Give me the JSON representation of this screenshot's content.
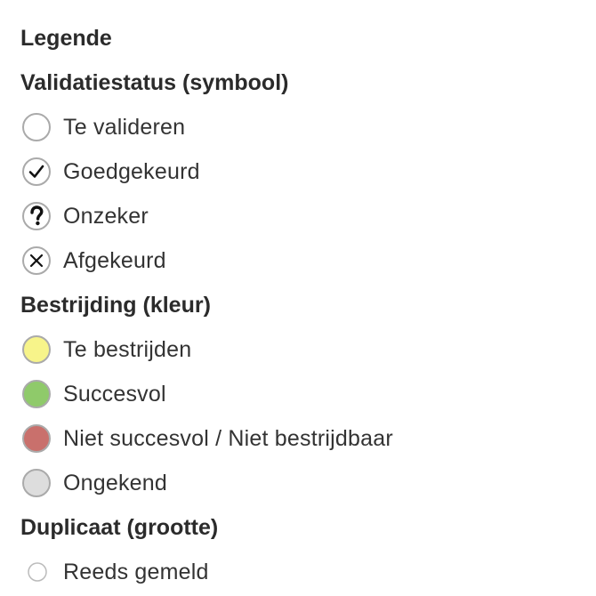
{
  "legend": {
    "title": "Legende",
    "sections": {
      "validation": {
        "heading": "Validatiestatus (symbool)",
        "items": [
          {
            "label": "Te valideren",
            "icon": "empty-circle-icon"
          },
          {
            "label": "Goedgekeurd",
            "icon": "check-circle-icon"
          },
          {
            "label": "Onzeker",
            "icon": "question-circle-icon"
          },
          {
            "label": "Afgekeurd",
            "icon": "x-circle-icon"
          }
        ]
      },
      "control": {
        "heading": "Bestrijding (kleur)",
        "items": [
          {
            "label": "Te bestrijden",
            "icon": "yellow-dot-icon",
            "color": "#f7f48a"
          },
          {
            "label": "Succesvol",
            "icon": "green-dot-icon",
            "color": "#8fca6a"
          },
          {
            "label": "Niet succesvol / Niet bestrijdbaar",
            "icon": "red-dot-icon",
            "color": "#c9706c"
          },
          {
            "label": "Ongekend",
            "icon": "grey-dot-icon",
            "color": "#dddddd"
          }
        ]
      },
      "duplicate": {
        "heading": "Duplicaat (grootte)",
        "items": [
          {
            "label": "Reeds gemeld",
            "icon": "small-circle-icon"
          }
        ]
      }
    }
  }
}
